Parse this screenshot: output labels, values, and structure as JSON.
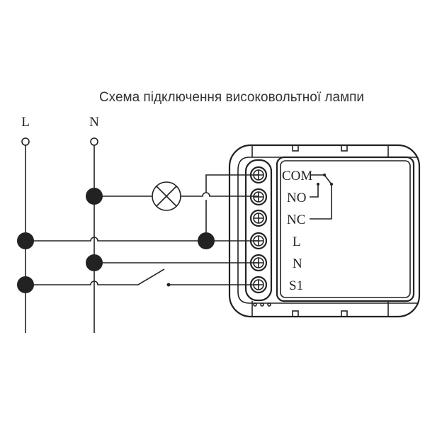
{
  "title": "Схема підключення високовольтної лампи",
  "bus_labels": {
    "line": "L",
    "neutral": "N"
  },
  "terminals": [
    "COM",
    "NO",
    "NC",
    "L",
    "N",
    "S1"
  ],
  "colors": {
    "stroke": "#222222",
    "background": "#ffffff"
  }
}
